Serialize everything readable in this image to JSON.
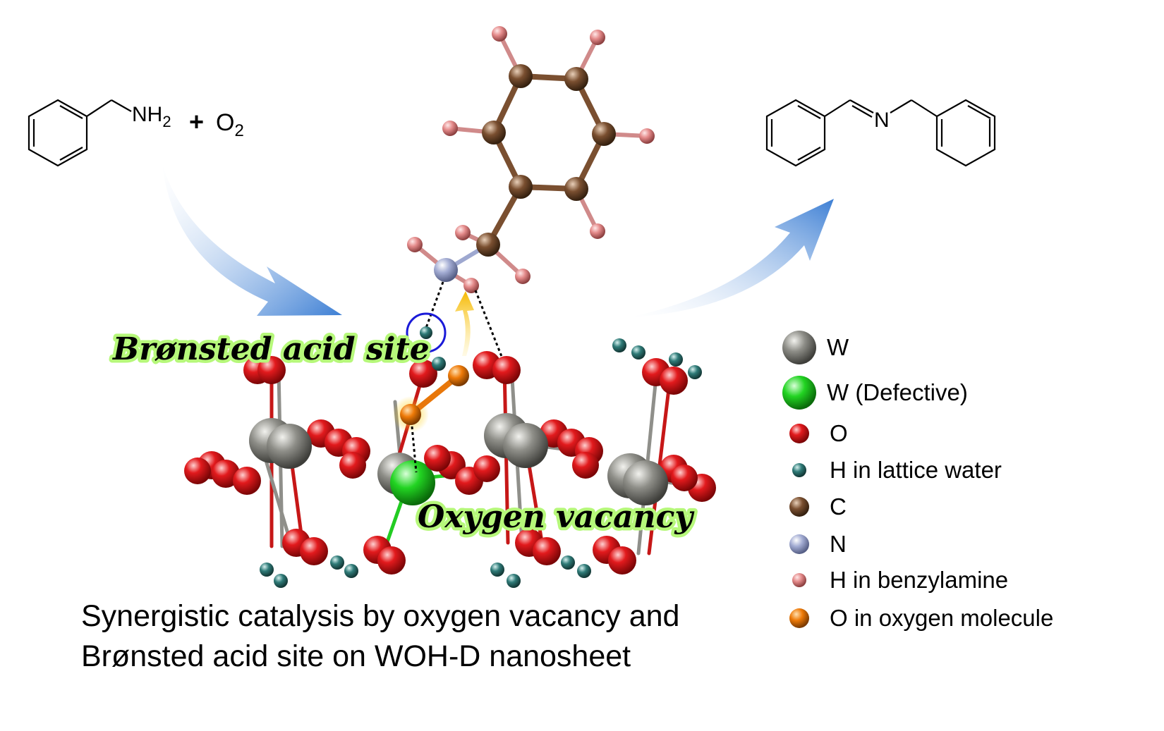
{
  "reactant": {
    "group": "NH",
    "subscript": "2",
    "plus": "+",
    "oxygen": "O",
    "oxygen_subscript": "2"
  },
  "product": {
    "atom": "N"
  },
  "callouts": {
    "bronsted": "Brønsted acid site",
    "vacancy": "Oxygen vacancy"
  },
  "legend": [
    {
      "label": "W",
      "color": "#8a8a86",
      "icon": "tungsten-atom-icon"
    },
    {
      "label": "W (Defective)",
      "color": "#22cc22",
      "icon": "defective-tungsten-atom-icon"
    },
    {
      "label": "O",
      "color": "#e0191c",
      "icon": "oxygen-atom-icon"
    },
    {
      "label": "H in lattice water",
      "color": "#2f7b78",
      "icon": "lattice-hydrogen-atom-icon"
    },
    {
      "label": "C",
      "color": "#7a4f30",
      "icon": "carbon-atom-icon"
    },
    {
      "label": "N",
      "color": "#9ea8d0",
      "icon": "nitrogen-atom-icon"
    },
    {
      "label": "H in benzylamine",
      "color": "#e48a8a",
      "icon": "benzylamine-hydrogen-atom-icon"
    },
    {
      "label": "O in oxygen molecule",
      "color": "#e8770a",
      "icon": "molecular-oxygen-atom-icon"
    }
  ],
  "caption": {
    "line1": "Synergistic catalysis by oxygen vacancy and",
    "line2": "Brønsted acid site on WOH-D nanosheet"
  }
}
